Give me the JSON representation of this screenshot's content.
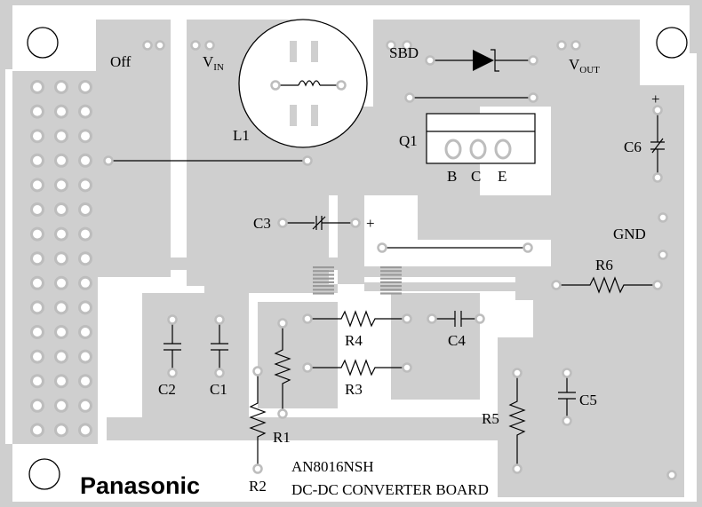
{
  "labels": {
    "off": "Off",
    "vin_main": "V",
    "vin_sub": "IN",
    "l1": "L1",
    "sbd": "SBD",
    "vout_main": "V",
    "vout_sub": "OUT",
    "q1": "Q1",
    "b": "B",
    "c": "C",
    "e": "E",
    "c6": "C6",
    "plus_c6": "+",
    "c3": "C3",
    "plus_c3": "+",
    "gnd": "GND",
    "r6": "R6",
    "r4": "R4",
    "c4": "C4",
    "r3": "R3",
    "c2": "C2",
    "c1": "C1",
    "c5": "C5",
    "r5": "R5",
    "r1": "R1",
    "r2": "R2",
    "brand": "Panasonic",
    "board_line1": "AN8016NSH",
    "board_line2": "DC-DC CONVERTER BOARD"
  },
  "colors": {
    "copper": "#cfcfcf",
    "pad_ring": "#bdbdbd",
    "ink": "#000000",
    "background": "#ffffff"
  }
}
